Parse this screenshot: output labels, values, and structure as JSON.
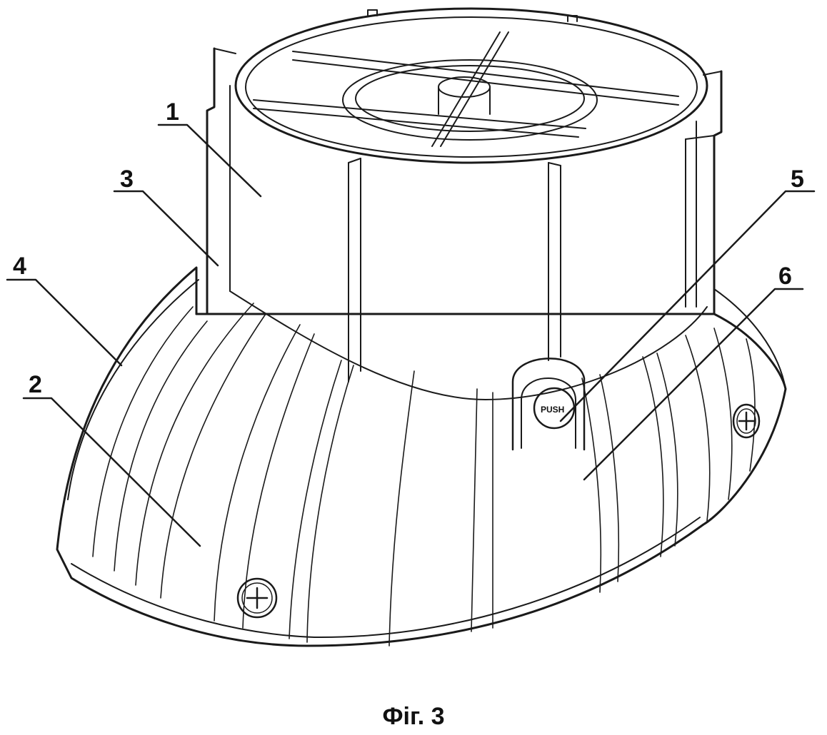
{
  "figure": {
    "caption": "Фіг. 3",
    "push_button_text": "PUSH",
    "callouts": [
      {
        "id": "1",
        "label": "1"
      },
      {
        "id": "2",
        "label": "2"
      },
      {
        "id": "3",
        "label": "3"
      },
      {
        "id": "4",
        "label": "4"
      },
      {
        "id": "5",
        "label": "5"
      },
      {
        "id": "6",
        "label": "6"
      }
    ],
    "colors": {
      "line": "#1a1a1a",
      "background": "#ffffff"
    }
  }
}
